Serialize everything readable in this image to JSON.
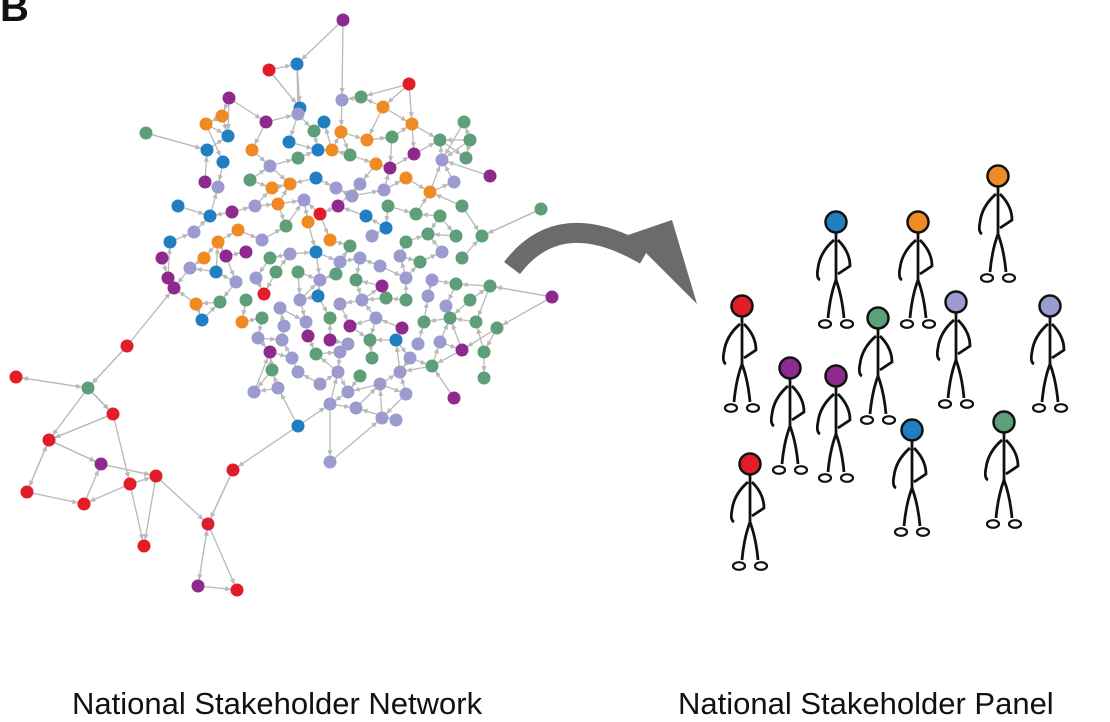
{
  "panel_letter": "B",
  "captions": {
    "network": "National Stakeholder Network",
    "panel": "National Stakeholder Panel"
  },
  "colors": {
    "red": "#e21d2a",
    "blue": "#1f7fc0",
    "orange": "#f08a24",
    "green": "#5e9e78",
    "purple": "#8e2a8e",
    "lavender": "#9b9bd0",
    "edge": "#b9b9b9",
    "arrow": "#6b6b6b"
  },
  "icons": {
    "network": "stakeholder-network-graph",
    "arrow": "curved-arrow-icon",
    "people": "stick-figure-icon"
  }
}
